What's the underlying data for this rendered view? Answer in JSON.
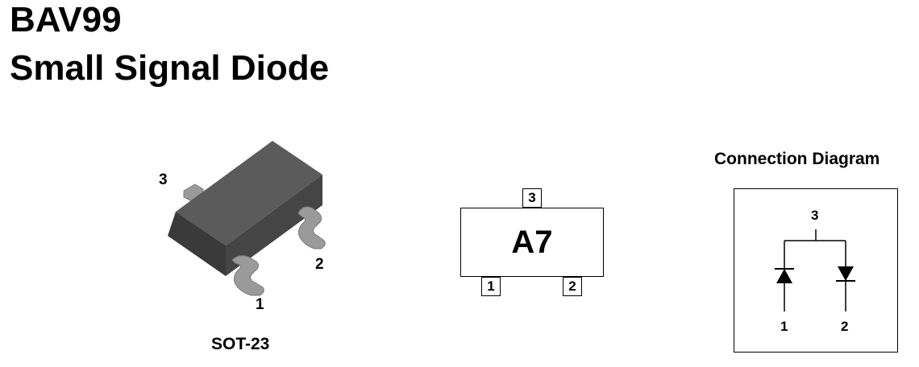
{
  "header": {
    "part_number": "BAV99",
    "description": "Small Signal Diode"
  },
  "package": {
    "name": "SOT-23",
    "pin_labels": [
      "1",
      "2",
      "3"
    ]
  },
  "marking": {
    "code": "A7",
    "pins": [
      "1",
      "2",
      "3"
    ]
  },
  "connection_diagram": {
    "title": "Connection Diagram",
    "pins": [
      "1",
      "2",
      "3"
    ]
  },
  "colors": {
    "body_top": "#595959",
    "body_side": "#3f3f3f",
    "lead": "#9a9a9a"
  }
}
